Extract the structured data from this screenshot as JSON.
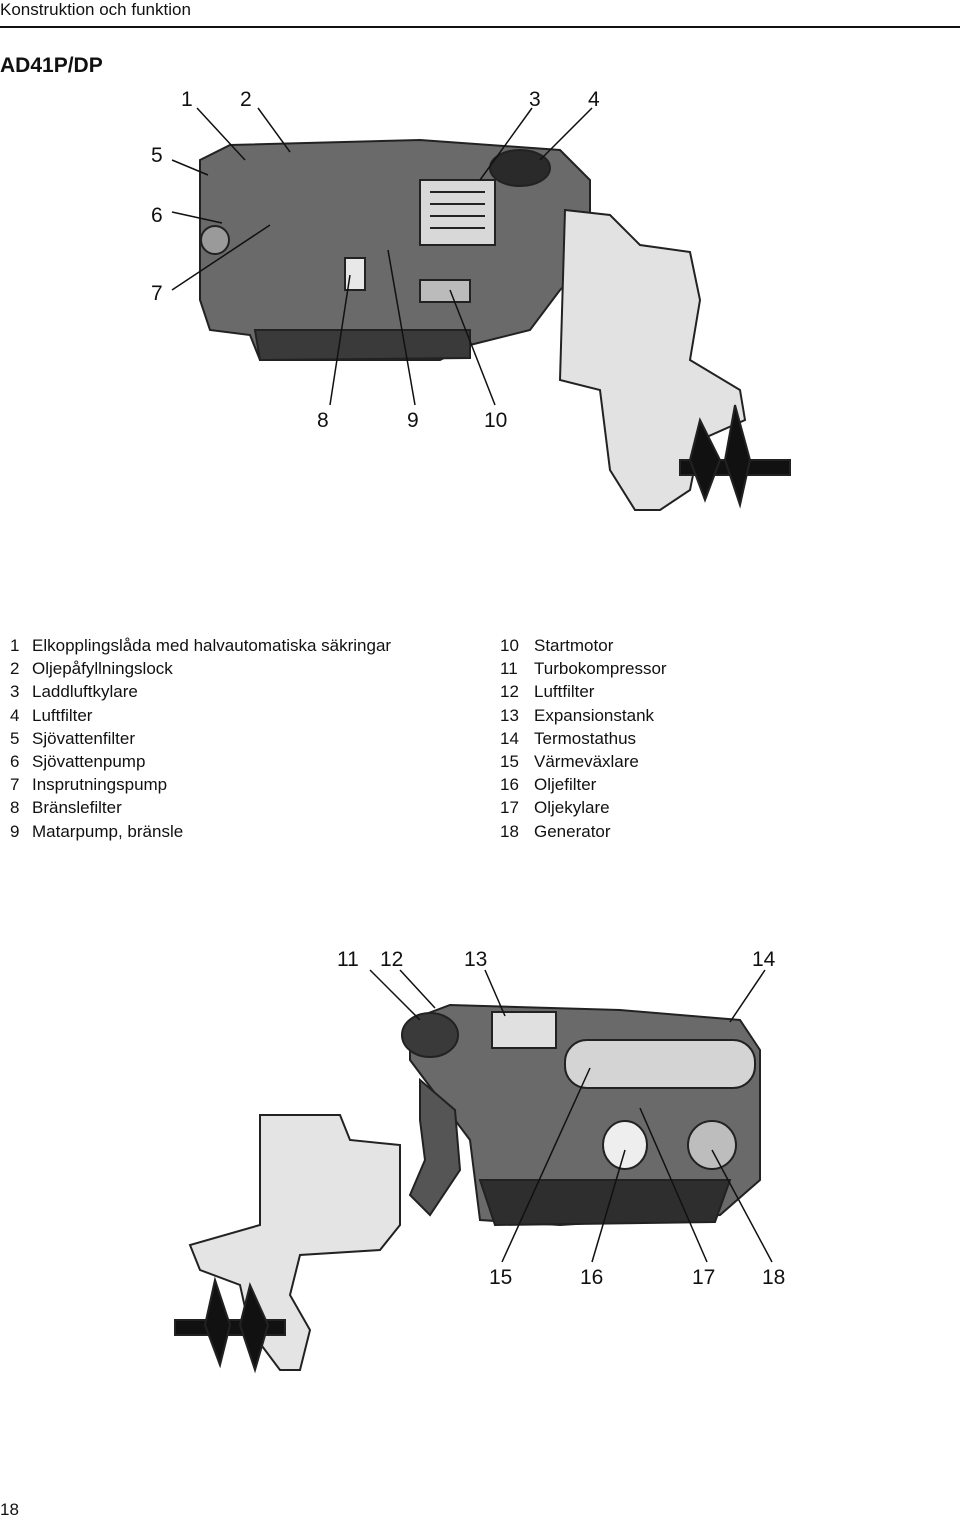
{
  "header": {
    "section": "Konstruktion och funktion"
  },
  "title": "AD41P/DP",
  "figure1": {
    "callouts": [
      "1",
      "2",
      "3",
      "4",
      "5",
      "6",
      "7",
      "8",
      "9",
      "10"
    ]
  },
  "figure2": {
    "callouts": [
      "11",
      "12",
      "13",
      "14",
      "15",
      "16",
      "17",
      "18"
    ]
  },
  "legend": {
    "left": [
      {
        "num": "1",
        "text": "Elkopplingslåda med halvautomatiska säkringar"
      },
      {
        "num": "2",
        "text": "Oljepåfyllningslock"
      },
      {
        "num": "3",
        "text": "Laddluftkylare"
      },
      {
        "num": "4",
        "text": "Luftfilter"
      },
      {
        "num": "5",
        "text": "Sjövattenfilter"
      },
      {
        "num": "6",
        "text": "Sjövattenpump"
      },
      {
        "num": "7",
        "text": "Insprutningspump"
      },
      {
        "num": "8",
        "text": "Bränslefilter"
      },
      {
        "num": "9",
        "text": "Matarpump, bränsle"
      }
    ],
    "right": [
      {
        "num": "10",
        "text": "Startmotor"
      },
      {
        "num": "11",
        "text": "Turbokompressor"
      },
      {
        "num": "12",
        "text": "Luftfilter"
      },
      {
        "num": "13",
        "text": "Expansionstank"
      },
      {
        "num": "14",
        "text": "Termostathus"
      },
      {
        "num": "15",
        "text": "Värmeväxlare"
      },
      {
        "num": "16",
        "text": "Oljefilter"
      },
      {
        "num": "17",
        "text": "Oljekylare"
      },
      {
        "num": "18",
        "text": "Generator"
      }
    ]
  },
  "page_number": "18"
}
